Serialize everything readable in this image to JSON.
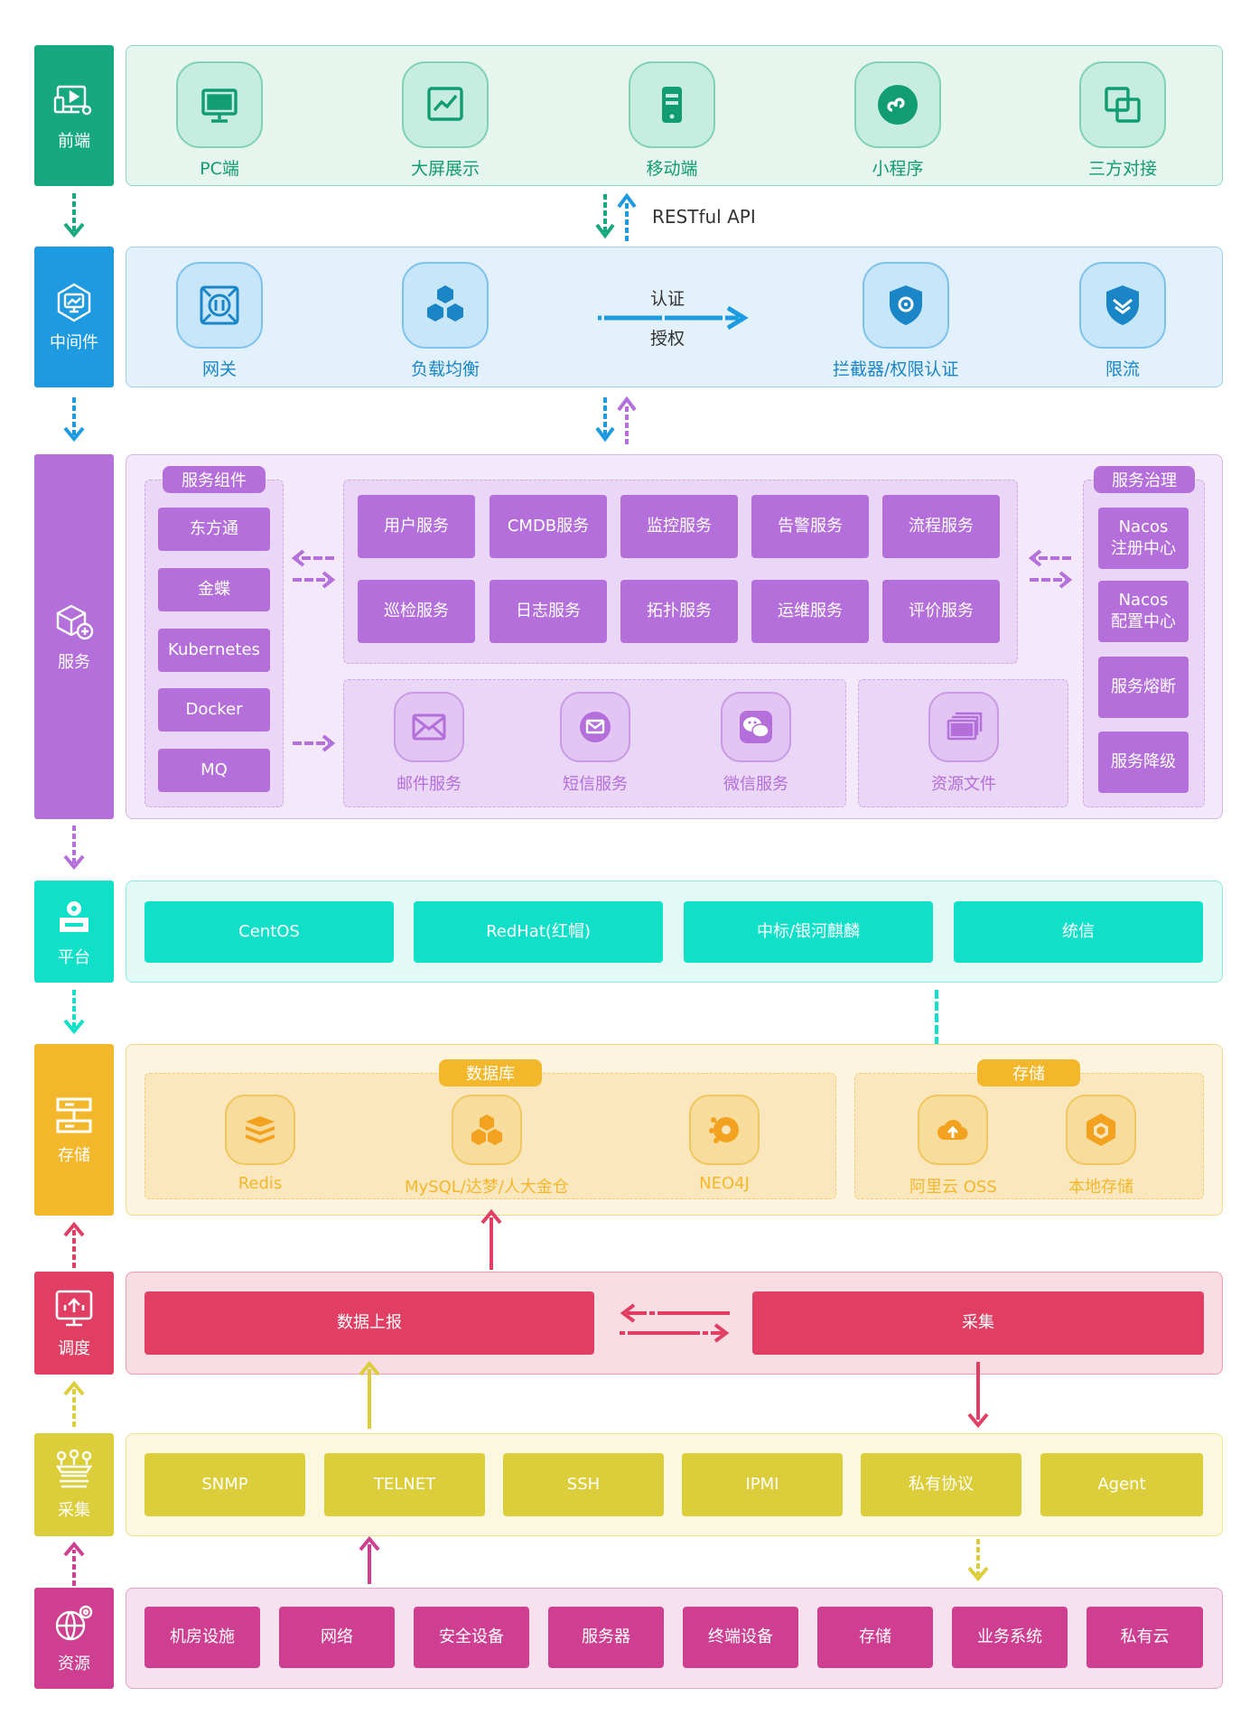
{
  "layers": {
    "frontend": "前端",
    "middleware": "中间件",
    "service": "服务",
    "platform": "平台",
    "storage": "存储",
    "dispatch": "调度",
    "collect": "采集",
    "resource": "资源"
  },
  "frontend": {
    "items": [
      "PC端",
      "大屏展示",
      "移动端",
      "小程序",
      "三方对接"
    ]
  },
  "api_label": "RESTful API",
  "middleware": {
    "gateway": "网关",
    "load_balance": "负载均衡",
    "auth_top": "认证",
    "auth_bottom": "授权",
    "interceptor": "拦截器/权限认证",
    "rate_limit": "限流"
  },
  "service": {
    "components_tag": "服务组件",
    "components": [
      "东方通",
      "金蝶",
      "Kubernetes",
      "Docker",
      "MQ"
    ],
    "core_services": [
      "用户服务",
      "CMDB服务",
      "监控服务",
      "告警服务",
      "流程服务",
      "巡检服务",
      "日志服务",
      "拓扑服务",
      "运维服务",
      "评价服务"
    ],
    "notify": [
      "邮件服务",
      "短信服务",
      "微信服务"
    ],
    "resource_file": "资源文件",
    "governance_tag": "服务治理",
    "governance": [
      {
        "line1": "Nacos",
        "line2": "注册中心"
      },
      {
        "line1": "Nacos",
        "line2": "配置中心"
      },
      {
        "line1": "服务熔断",
        "line2": ""
      },
      {
        "line1": "服务降级",
        "line2": ""
      }
    ]
  },
  "platform": {
    "items": [
      "CentOS",
      "RedHat(红帽)",
      "中标/银河麒麟",
      "统信"
    ]
  },
  "storage": {
    "db_tag": "数据库",
    "db_items": [
      "Redis",
      "MySQL/达梦/人大金仓",
      "NEO4J"
    ],
    "store_tag": "存储",
    "store_items": [
      "阿里云 OSS",
      "本地存储"
    ]
  },
  "dispatch": {
    "report": "数据上报",
    "collect": "采集"
  },
  "collect": {
    "items": [
      "SNMP",
      "TELNET",
      "SSH",
      "IPMI",
      "私有协议",
      "Agent"
    ]
  },
  "resource": {
    "items": [
      "机房设施",
      "网络",
      "安全设备",
      "服务器",
      "终端设备",
      "存储",
      "业务系统",
      "私有云"
    ]
  },
  "colors": {
    "green": "#16a980",
    "blue": "#1e9be0",
    "purple": "#b46fdb",
    "teal": "#10e0c8",
    "orange": "#f2b72a",
    "red": "#e03e63",
    "yellow": "#dccd3a",
    "magenta": "#cf3f91"
  }
}
